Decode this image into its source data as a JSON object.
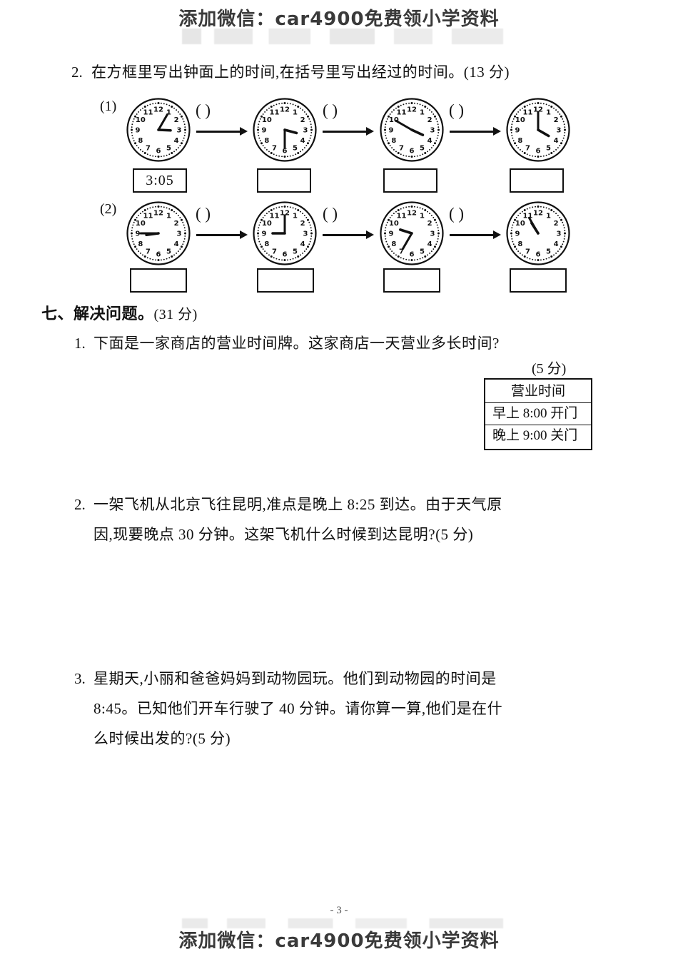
{
  "watermark": {
    "top": "添加微信：car4900免费领小学资料",
    "bottom": "添加微信：car4900免费领小学资料"
  },
  "page_number": "- 3 -",
  "question2": {
    "number": "2.",
    "text": "在方框里写出钟面上的时间,在括号里写出经过的时间。(13 分)",
    "rows": [
      {
        "label": "(1)",
        "clocks": [
          {
            "hour": 3,
            "minute": 5
          },
          {
            "hour": 3,
            "minute": 30
          },
          {
            "hour": 3,
            "minute": 50
          },
          {
            "hour": 4,
            "minute": 0
          }
        ],
        "answers": [
          "3:05",
          "",
          "",
          ""
        ],
        "gaps": [
          "(        )",
          "(        )",
          "(        )"
        ]
      },
      {
        "label": "(2)",
        "clocks": [
          {
            "hour": 8,
            "minute": 45
          },
          {
            "hour": 9,
            "minute": 0
          },
          {
            "hour": 9,
            "minute": 35
          },
          {
            "hour": 10,
            "minute": 55
          }
        ],
        "answers": [
          "",
          "",
          "",
          ""
        ],
        "gaps": [
          "(        )",
          "(        )",
          "(        )"
        ]
      }
    ]
  },
  "section7": {
    "title": "七、解决问题。",
    "points": "(31 分)",
    "problems": [
      {
        "number": "1.",
        "lines": [
          "下面是一家商店的营业时间牌。这家商店一天营业多长时间?"
        ],
        "points": "(5 分)",
        "sign": {
          "title": "营业时间",
          "open": "早上 8:00 开门",
          "close": "晚上 9:00 关门"
        }
      },
      {
        "number": "2.",
        "lines": [
          "一架飞机从北京飞往昆明,准点是晚上 8:25 到达。由于天气原",
          "因,现要晚点 30 分钟。这架飞机什么时候到达昆明?(5 分)"
        ]
      },
      {
        "number": "3.",
        "lines": [
          "星期天,小丽和爸爸妈妈到动物园玩。他们到动物园的时间是",
          "8:45。已知他们开车行驶了 40 分钟。请你算一算,他们是在什",
          "么时候出发的?(5 分)"
        ]
      }
    ]
  },
  "colors": {
    "ink": "#111111",
    "paper": "#ffffff"
  }
}
